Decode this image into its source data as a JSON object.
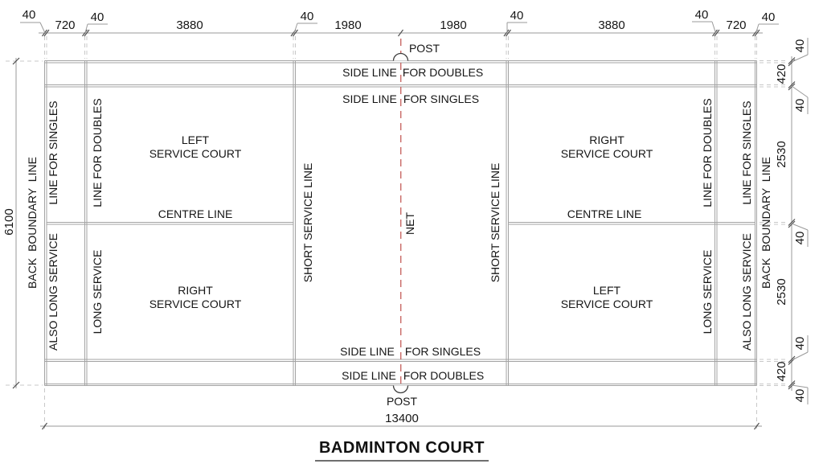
{
  "title": "BADMINTON COURT",
  "labels": {
    "post": "POST",
    "side_line": "SIDE LINE",
    "for_doubles": "FOR DOUBLES",
    "for_singles": "FOR SINGLES",
    "left": "LEFT",
    "right": "RIGHT",
    "service_court": "SERVICE COURT",
    "centre_line": "CENTRE LINE",
    "short_service_line": "SHORT SERVICE LINE",
    "net": "NET",
    "back_boundary_line": "BACK BOUNDARY LINE",
    "line_for_singles": "LINE FOR SINGLES",
    "also_long_service": "ALSO LONG SERVICE",
    "line_for_doubles": "LINE FOR DOUBLES",
    "long_service": "LONG SERVICE"
  },
  "dimensions": {
    "top": [
      "40",
      "720",
      "40",
      "3880",
      "40",
      "1980",
      "1980",
      "40",
      "3880",
      "40",
      "720",
      "40"
    ],
    "right": [
      "40",
      "420",
      "40",
      "2530",
      "40",
      "2530",
      "40",
      "420",
      "40"
    ],
    "height_total": "6100",
    "width_total": "13400"
  },
  "colors": {
    "court_line": "#a3a3a3",
    "dimension_line": "#9a9a9a",
    "tick": "#4f4f4f",
    "extension_line": "#c8c8c8",
    "net_line": "#c0504d",
    "text": "#161616"
  }
}
